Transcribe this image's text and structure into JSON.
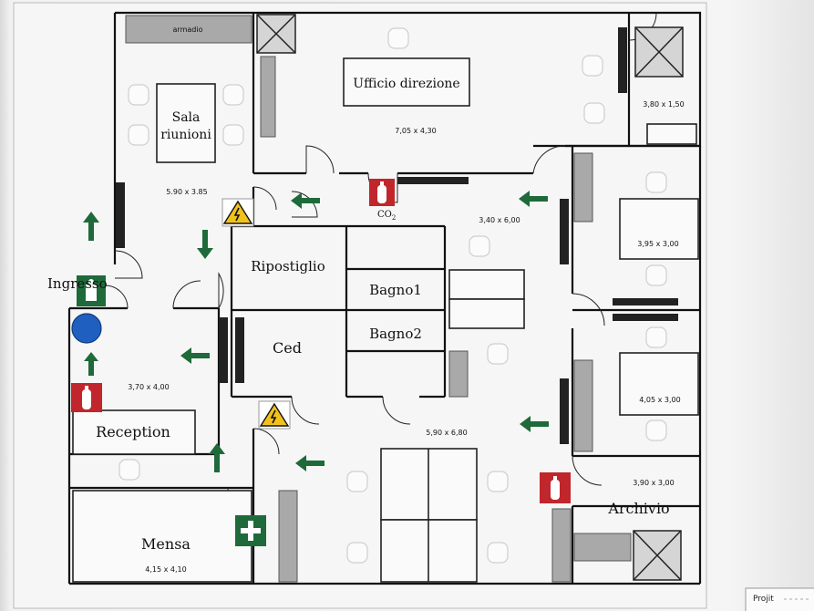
{
  "rooms": {
    "ufficio": {
      "name": "Ufficio direzione",
      "dim": "7,05 x 4,30"
    },
    "sala": {
      "name_line1": "Sala",
      "name_line2": "riunioni",
      "dim": "5.90 x 3.85"
    },
    "armadio": {
      "name": "armadio"
    },
    "ripostiglio": {
      "name": "Ripostiglio"
    },
    "bagno1": {
      "name": "Bagno1"
    },
    "bagno2": {
      "name": "Bagno2"
    },
    "ced": {
      "name": "Ced"
    },
    "ingresso": {
      "name": "Ingresso"
    },
    "reception": {
      "name": "Reception",
      "dim": "3,70 x 4,00"
    },
    "mensa": {
      "name": "Mensa",
      "dim": "4,15 x 4,10"
    },
    "archivio": {
      "name": "Archivio",
      "dim": "3,90 x 3,00"
    },
    "corridoio_dx": {
      "dim": "3,40 x 6,00"
    },
    "open_space": {
      "dim": "5,90 x 6,80"
    },
    "room_a": {
      "dim": "3,80 x 1,50"
    },
    "room_b": {
      "dim": "3,95 x 3,00"
    },
    "room_c": {
      "dim": "4,05 x 3,00"
    }
  },
  "extinguisher_label": "CO",
  "extinguisher_sub": "2",
  "footer": {
    "brand": "Projit"
  },
  "colors": {
    "exit_green": "#1e6a3a",
    "extinguisher_red": "#c0262c",
    "warning_yellow": "#f1c21b",
    "ingresso_blue": "#1f5fbf"
  },
  "icons": [
    "emergency-exit-arrow-icon",
    "fire-extinguisher-icon",
    "electrical-hazard-icon",
    "first-aid-icon",
    "elevator-shaft-icon"
  ]
}
